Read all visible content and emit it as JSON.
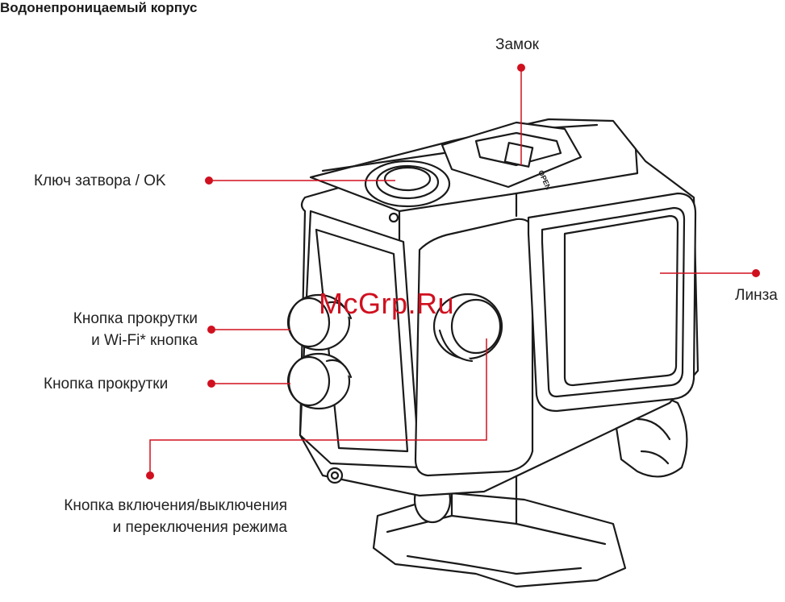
{
  "title": "Водонепроницаемый корпус",
  "watermark": "McGrp.Ru",
  "housing_text": "OPEN",
  "colors": {
    "callout": "#d0101f",
    "outline": "#1a1a1a"
  },
  "callouts": {
    "lock": "Замок",
    "shutter": "Ключ затвора / OK",
    "lens": "Линза",
    "scroll_wifi_1": "Кнопка прокрутки",
    "scroll_wifi_2": "и Wi-Fi* кнопка",
    "scroll": "Кнопка прокрутки",
    "power_1": "Кнопка включения/выключения",
    "power_2": "и переключения режима"
  }
}
